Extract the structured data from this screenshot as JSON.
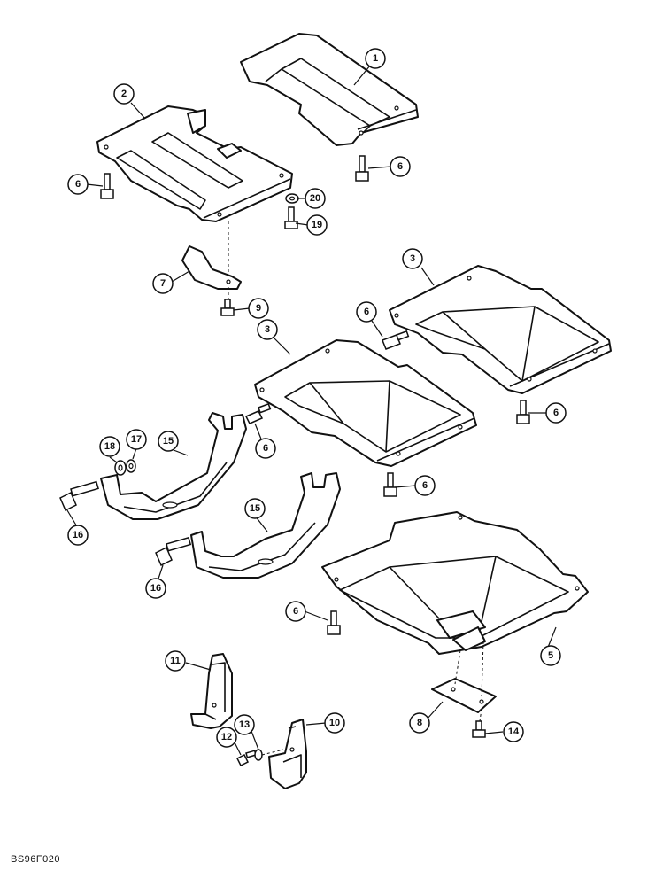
{
  "callouts": [
    "1",
    "2",
    "3",
    "3",
    "5",
    "6",
    "6",
    "6",
    "6",
    "6",
    "6",
    "6",
    "7",
    "8",
    "9",
    "10",
    "11",
    "12",
    "13",
    "14",
    "15",
    "15",
    "16",
    "16",
    "17",
    "18",
    "19",
    "20"
  ],
  "footer": {
    "code": "BS96F020"
  }
}
